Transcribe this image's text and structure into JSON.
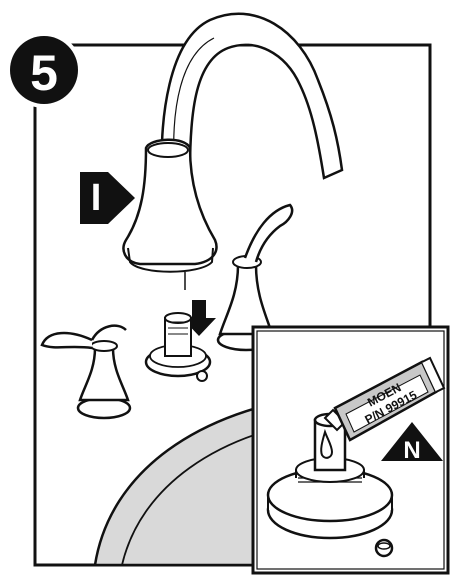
{
  "step": {
    "number": "5"
  },
  "callouts": {
    "part_i": "I",
    "part_n": "N"
  },
  "inset": {
    "tube_brand": "MOEN",
    "tube_part_number": "P/N 99915"
  },
  "colors": {
    "outline": "#111111",
    "sink_fill": "#d9d9d9",
    "label_fill": "#c8c8c8",
    "background": "#ffffff"
  }
}
